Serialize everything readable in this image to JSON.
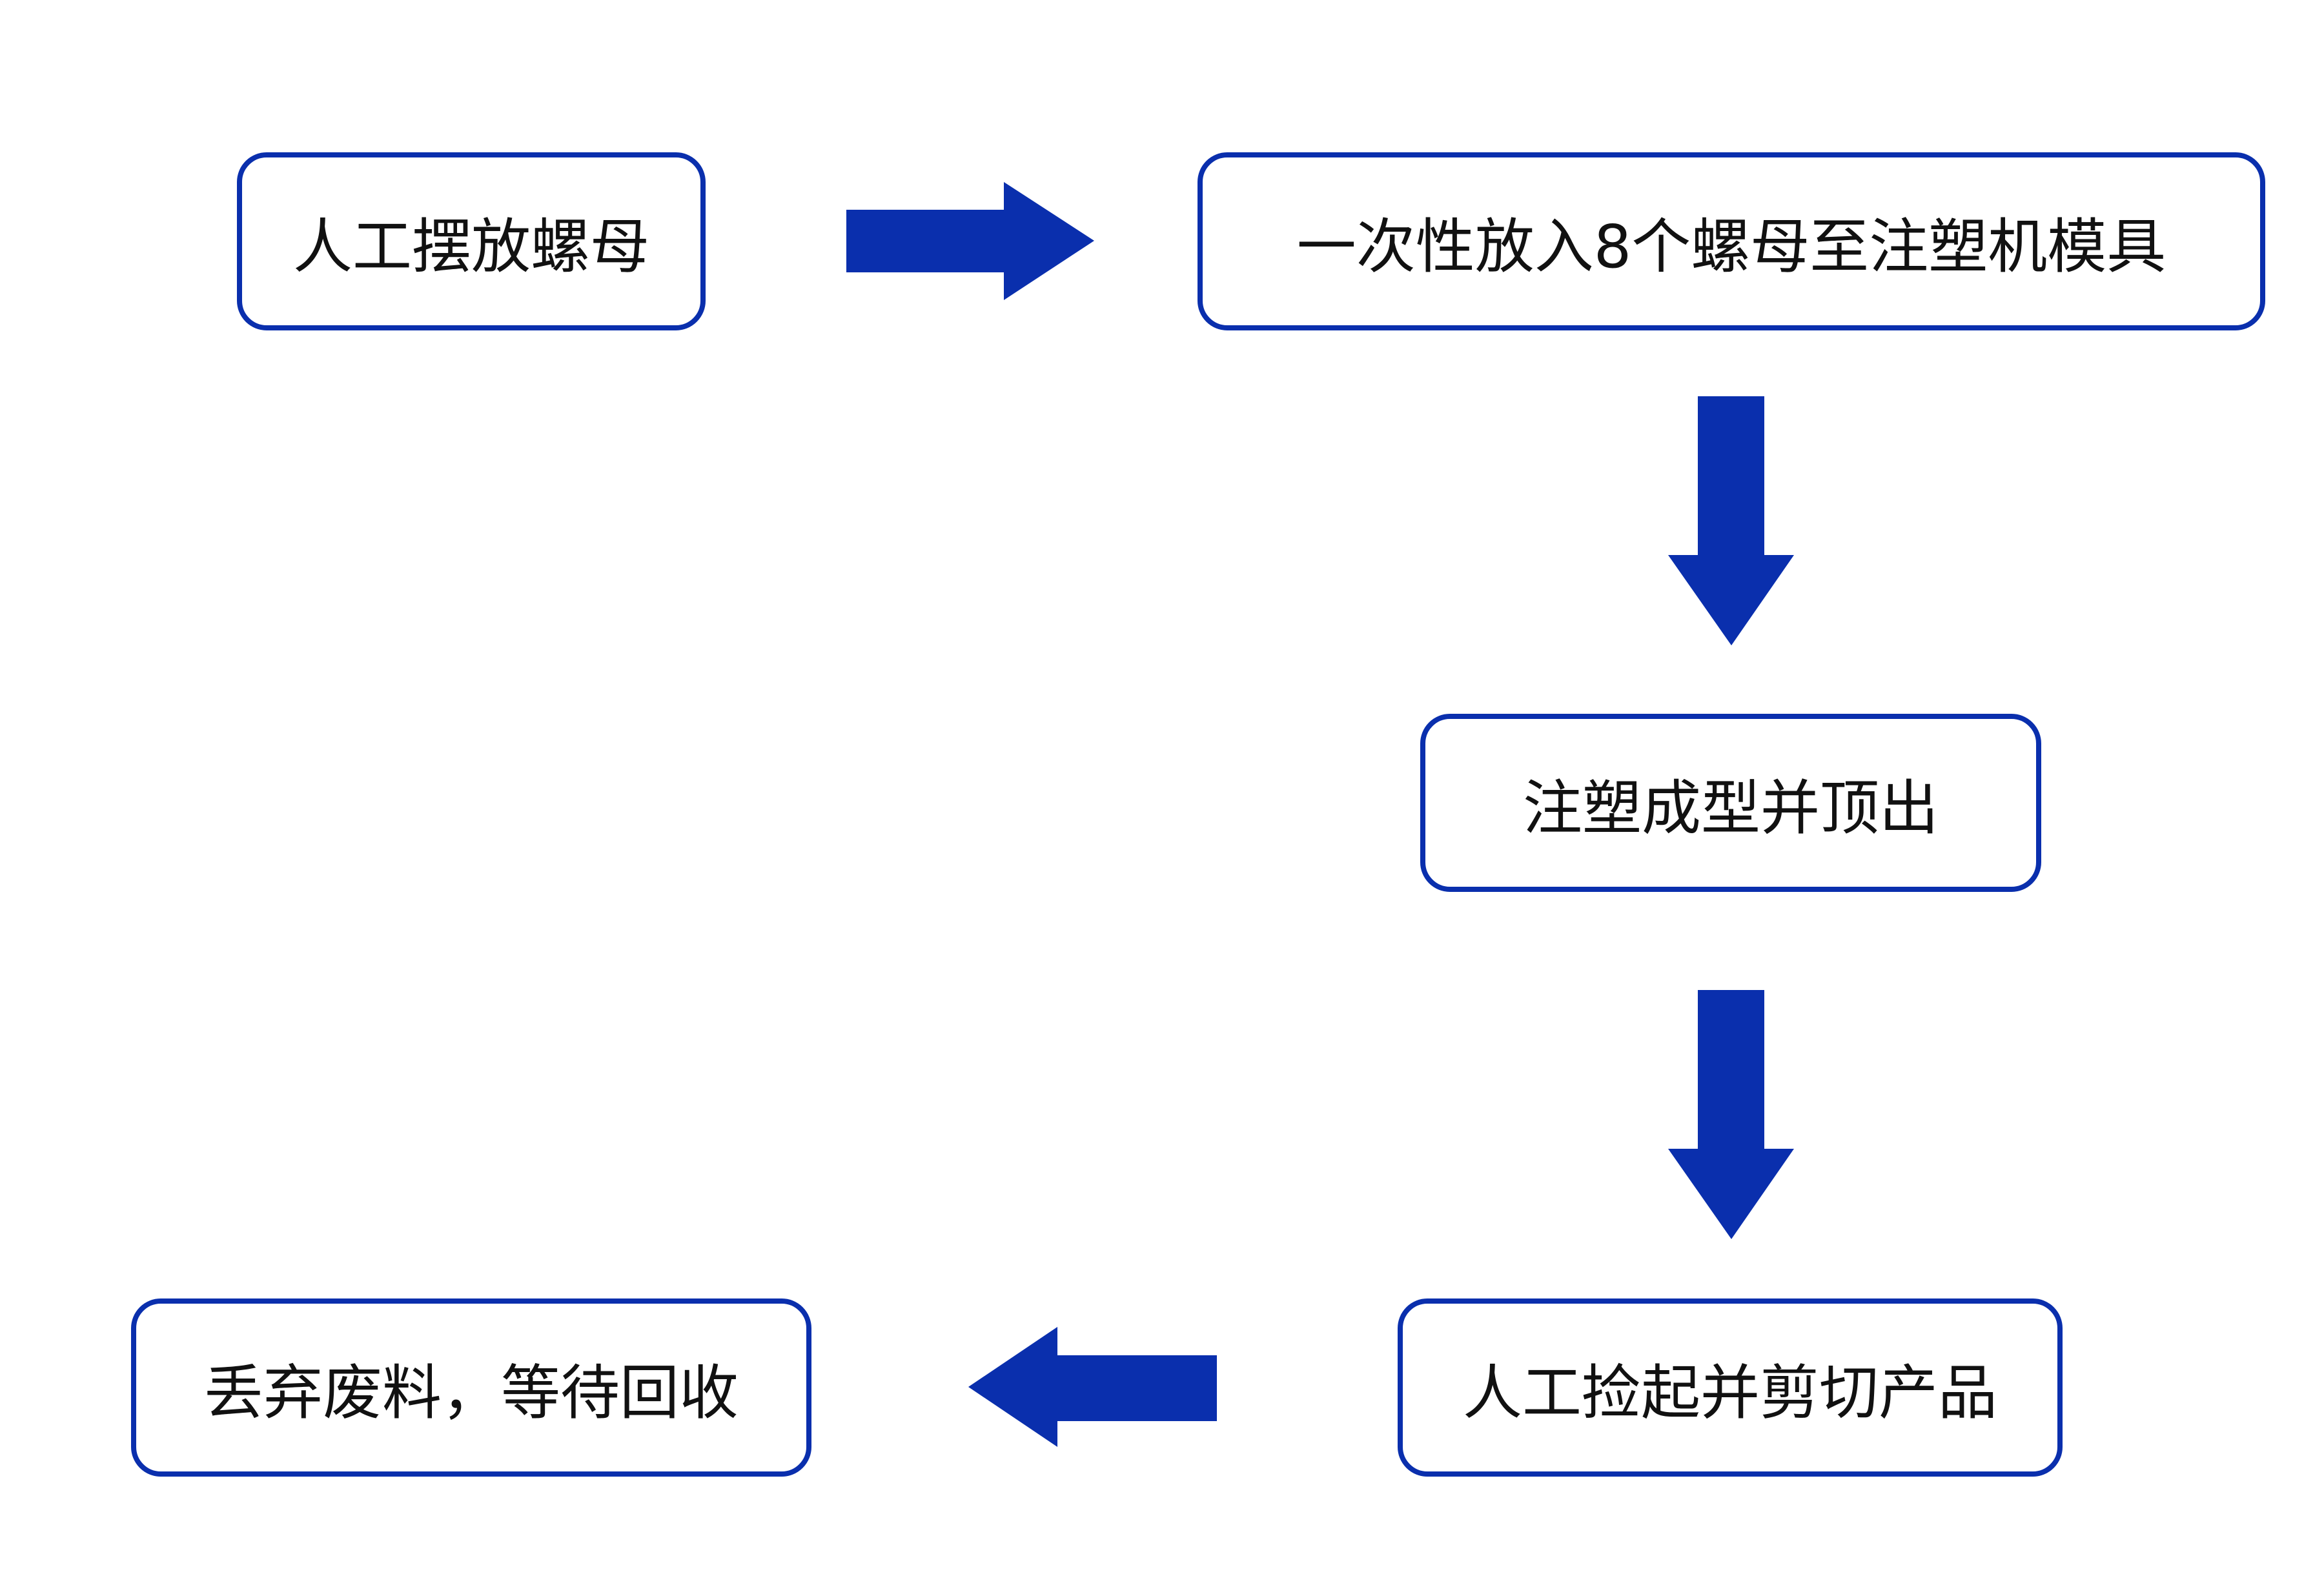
{
  "diagram": {
    "steps": [
      {
        "id": "place-nuts",
        "label": "人工摆放螺母"
      },
      {
        "id": "load-mold",
        "label": "一次性放入8个螺母至注塑机模具"
      },
      {
        "id": "mold-eject",
        "label": "注塑成型并顶出"
      },
      {
        "id": "pick-cut",
        "label": "人工捡起并剪切产品"
      },
      {
        "id": "discard-scrap",
        "label": "丢弃废料，等待回收"
      }
    ],
    "connections": [
      {
        "from": "place-nuts",
        "to": "load-mold",
        "direction": "right"
      },
      {
        "from": "load-mold",
        "to": "mold-eject",
        "direction": "down"
      },
      {
        "from": "mold-eject",
        "to": "pick-cut",
        "direction": "down"
      },
      {
        "from": "pick-cut",
        "to": "discard-scrap",
        "direction": "left"
      }
    ],
    "colors": {
      "accent": "#0a2fad",
      "box_fill": "#ffffff",
      "text": "#111111"
    }
  }
}
